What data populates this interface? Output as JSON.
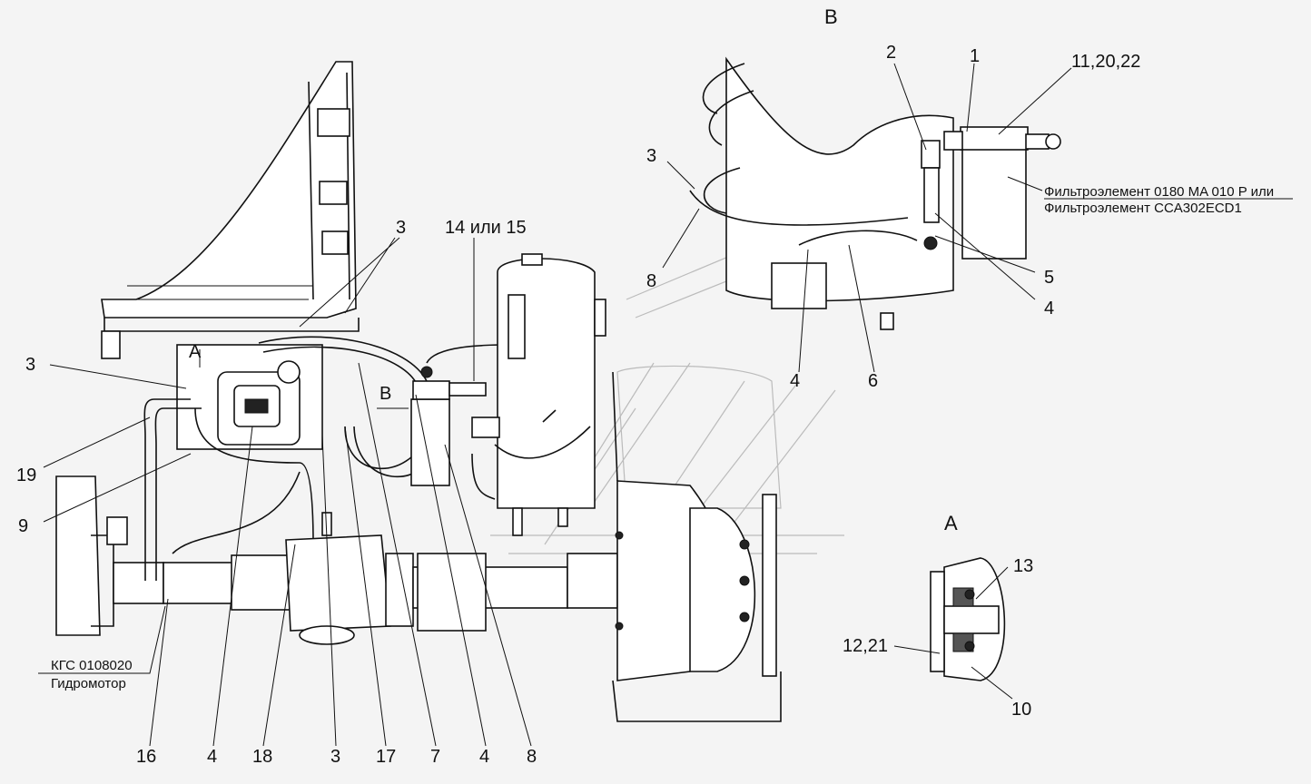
{
  "views": {
    "view_a": "A",
    "view_b": "B",
    "arrow_a": "A",
    "arrow_b": "B"
  },
  "callouts_main": {
    "c3_top": "3",
    "c14_15": "14 или 15",
    "c3_left": "3",
    "c19": "19",
    "c9": "9",
    "c16": "16",
    "c4a": "4",
    "c18": "18",
    "c3_bottom": "3",
    "c17": "17",
    "c7": "7",
    "c4b": "4",
    "c8": "8"
  },
  "callouts_b": {
    "c2": "2",
    "c1": "1",
    "c11_20_22": "11,20,22",
    "c3": "3",
    "c8": "8",
    "c5": "5",
    "c4a": "4",
    "c4b": "4",
    "c6": "6"
  },
  "callouts_a": {
    "c13": "13",
    "c12_21": "12,21",
    "c10": "10"
  },
  "notes": {
    "filter_line1": "Фильтроэлемент 0180 MA 010 P или",
    "filter_line2": "Фильтроэлемент CCA302ECD1",
    "motor_code": "КГС 0108020",
    "motor_name": "Гидромотор"
  }
}
